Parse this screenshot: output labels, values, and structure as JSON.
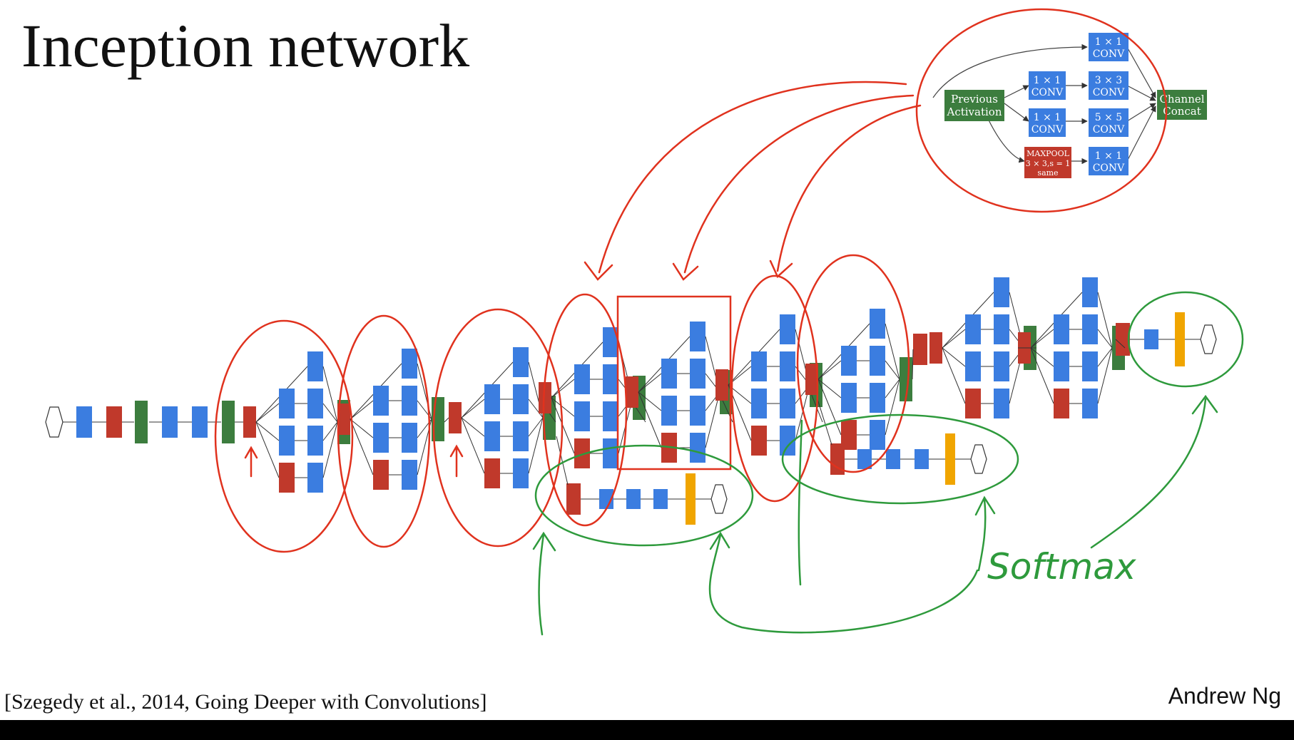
{
  "slide": {
    "title": "Inception network",
    "citation": "[Szegedy et al., 2014, Going Deeper with Convolutions]",
    "author": "Andrew Ng"
  },
  "module": {
    "input": [
      "Previous",
      "Activation"
    ],
    "branch1": {
      "conv": [
        "1 × 1",
        "CONV"
      ]
    },
    "branch2": {
      "reduce": [
        "1 × 1",
        "CONV"
      ],
      "conv": [
        "3 × 3",
        "CONV"
      ]
    },
    "branch3": {
      "reduce": [
        "1 × 1",
        "CONV"
      ],
      "conv": [
        "5 × 5",
        "CONV"
      ]
    },
    "branch4": {
      "pool": [
        "MAXPOOL",
        "3 × 3,s = 1",
        "same"
      ],
      "conv": [
        "1 × 1",
        "CONV"
      ]
    },
    "output": [
      "Channel",
      "Concat"
    ]
  },
  "annotation": {
    "softmax": "Softmax"
  },
  "colors": {
    "conv": "#3b7de0",
    "pool": "#c0392b",
    "concat": "#3c7d3e",
    "softmax_layer": "#f0a500",
    "red_ink": "#e0321e",
    "green_ink": "#2e9a3c"
  }
}
